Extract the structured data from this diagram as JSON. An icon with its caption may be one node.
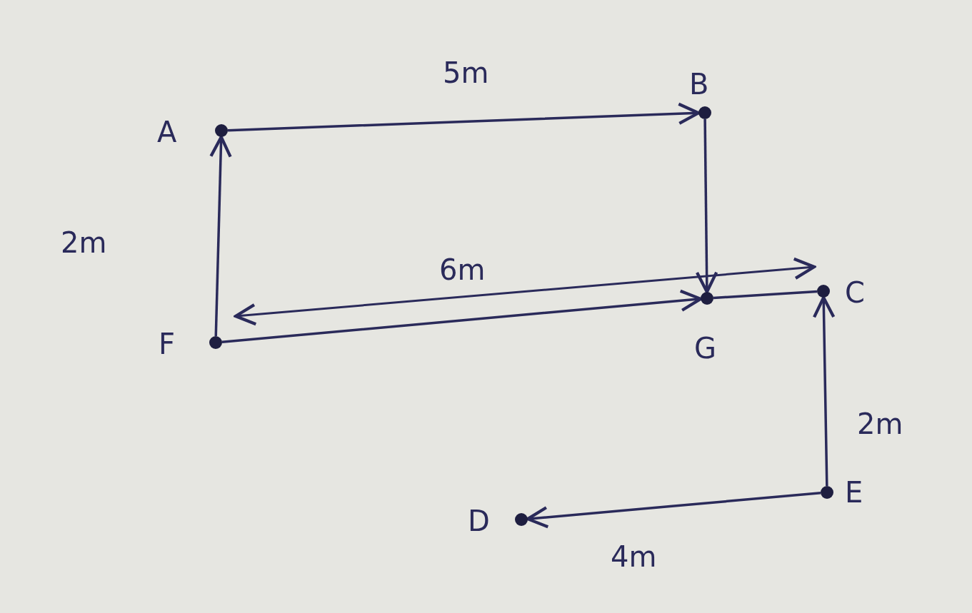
{
  "diagram": {
    "nodes": [
      {
        "text": [],
        "shape": "circle",
        "beside": [
          "A"
        ]
      },
      {
        "text": [],
        "shape": "circle",
        "beside": [
          "B"
        ]
      },
      {
        "text": [],
        "shape": "circle",
        "beside": [
          "G"
        ]
      },
      {
        "text": [],
        "shape": "circle",
        "beside": [
          "C"
        ]
      },
      {
        "text": [],
        "shape": "circle",
        "beside": [
          "E"
        ]
      },
      {
        "text": [],
        "shape": "circle",
        "beside": [
          "D"
        ]
      },
      {
        "text": [],
        "shape": "circle",
        "beside": [
          "F"
        ]
      }
    ],
    "edges": [
      {
        "from": 0,
        "to": 1,
        "arrow": "to",
        "label": "5m"
      },
      {
        "from": 1,
        "to": 2,
        "arrow": "to"
      },
      {
        "from": 6,
        "to": 0,
        "arrow": "to",
        "label": "2m"
      },
      {
        "from": 6,
        "to": 2,
        "arrow": "to"
      },
      {
        "from": 2,
        "to": 3,
        "arrow": "none"
      },
      {
        "from": 4,
        "to": 3,
        "arrow": "to",
        "label": "2m"
      },
      {
        "from": 4,
        "to": 5,
        "arrow": "to",
        "label": "4m"
      }
    ],
    "labels": [
      "6m"
    ]
  }
}
